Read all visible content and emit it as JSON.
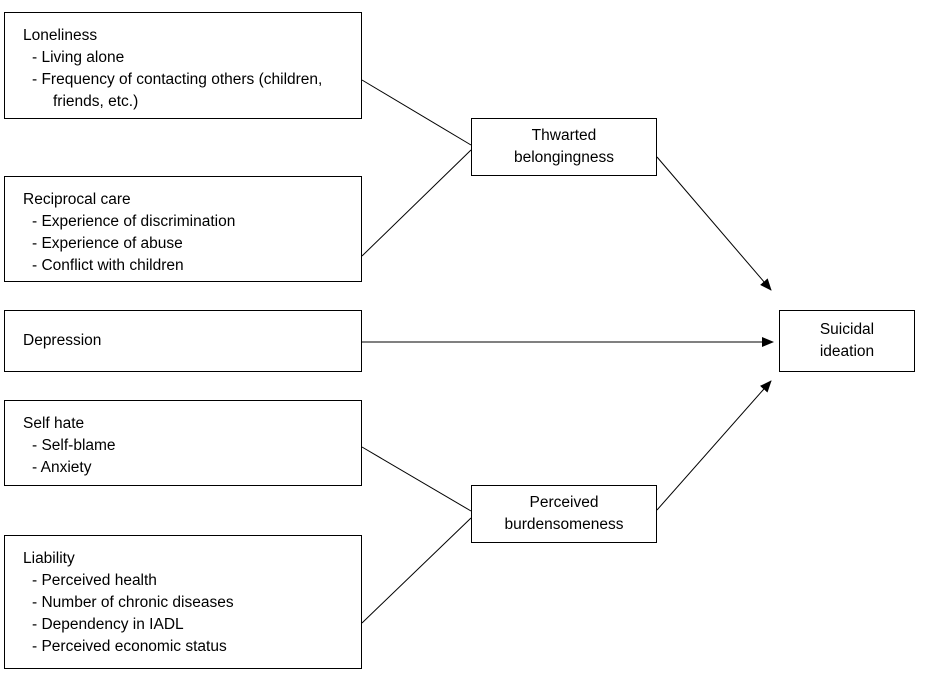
{
  "nodes": {
    "loneliness": {
      "title": "Loneliness",
      "items": [
        "Living alone",
        "Frequency of contacting others (children, friends, etc.)"
      ]
    },
    "reciprocal_care": {
      "title": "Reciprocal care",
      "items": [
        "Experience of discrimination",
        "Experience of abuse",
        "Conflict with children"
      ]
    },
    "depression": {
      "title": "Depression"
    },
    "self_hate": {
      "title": "Self hate",
      "items": [
        "Self-blame",
        "Anxiety"
      ]
    },
    "liability": {
      "title": "Liability",
      "items": [
        "Perceived health",
        "Number of chronic diseases",
        "Dependency in IADL",
        "Perceived economic status"
      ]
    },
    "thwarted_belongingness": {
      "lines": [
        "Thwarted",
        "belongingness"
      ]
    },
    "perceived_burdensomeness": {
      "lines": [
        "Perceived",
        "burdensomeness"
      ]
    },
    "suicidal_ideation": {
      "lines": [
        "Suicidal",
        "ideation"
      ]
    }
  },
  "edges": [
    {
      "from": "loneliness",
      "to": "thwarted_belongingness",
      "arrow": false
    },
    {
      "from": "reciprocal_care",
      "to": "thwarted_belongingness",
      "arrow": false
    },
    {
      "from": "thwarted_belongingness",
      "to": "suicidal_ideation",
      "arrow": true
    },
    {
      "from": "depression",
      "to": "suicidal_ideation",
      "arrow": true
    },
    {
      "from": "self_hate",
      "to": "perceived_burdensomeness",
      "arrow": false
    },
    {
      "from": "liability",
      "to": "perceived_burdensomeness",
      "arrow": false
    },
    {
      "from": "perceived_burdensomeness",
      "to": "suicidal_ideation",
      "arrow": true
    }
  ]
}
